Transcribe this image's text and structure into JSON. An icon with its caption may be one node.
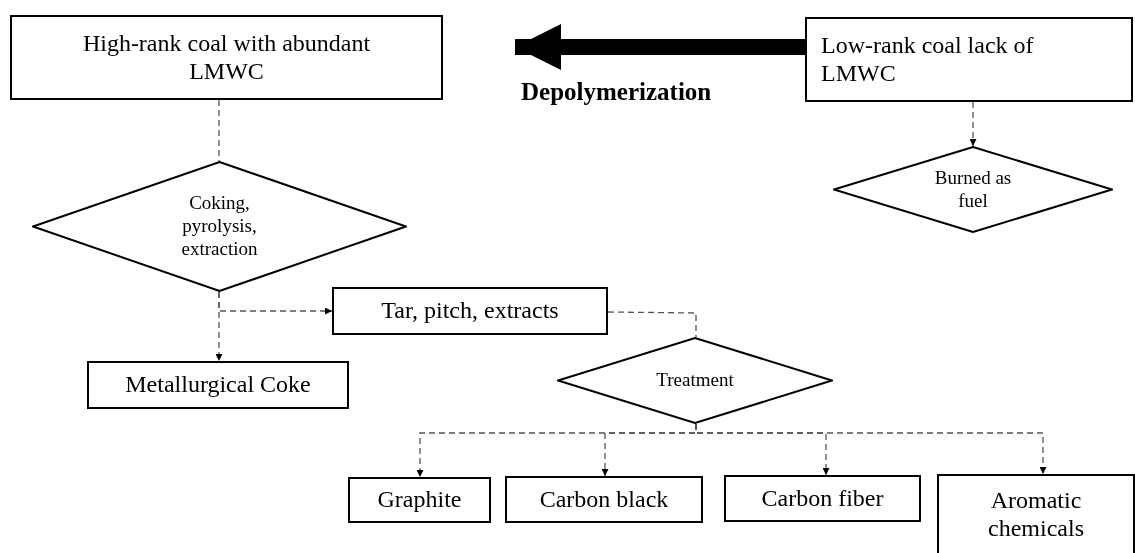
{
  "diagram": {
    "nodes": [
      {
        "text": [
          "High-rank coal with abundant LMWC"
        ]
      },
      {
        "text": [
          "Low-rank coal lack of LMWC"
        ]
      },
      {
        "text": [
          "Coking, pyrolysis, extraction"
        ]
      },
      {
        "text": [
          "Burned as fuel"
        ]
      },
      {
        "text": [
          "Tar, pitch, extracts"
        ]
      },
      {
        "text": [
          "Metallurgical Coke"
        ]
      },
      {
        "text": [
          "Treatment"
        ]
      },
      {
        "text": [
          "Graphite"
        ]
      },
      {
        "text": [
          "Carbon black"
        ]
      },
      {
        "text": [
          "Carbon fiber"
        ]
      },
      {
        "text": [
          "Aromatic chemicals"
        ]
      }
    ],
    "edges": [
      {
        "from": 1,
        "to": 0,
        "arrow": "to",
        "label": "Depolymerization",
        "style": "thick",
        "color": "#000000"
      },
      {
        "from": 0,
        "to": 2,
        "arrow": "none",
        "style": "dashed"
      },
      {
        "from": 1,
        "to": 3,
        "arrow": "to",
        "style": "dashed"
      },
      {
        "from": 2,
        "to": 5,
        "arrow": "to",
        "style": "dashed"
      },
      {
        "from": 2,
        "to": 4,
        "arrow": "to",
        "style": "dashed"
      },
      {
        "from": 4,
        "to": 6,
        "arrow": "none",
        "style": "dashed"
      },
      {
        "from": 6,
        "to": 7,
        "arrow": "to",
        "style": "dashed"
      },
      {
        "from": 6,
        "to": 8,
        "arrow": "to",
        "style": "dashed"
      },
      {
        "from": 6,
        "to": 9,
        "arrow": "to",
        "style": "dashed"
      },
      {
        "from": 6,
        "to": 10,
        "arrow": "to",
        "style": "dashed"
      }
    ]
  }
}
